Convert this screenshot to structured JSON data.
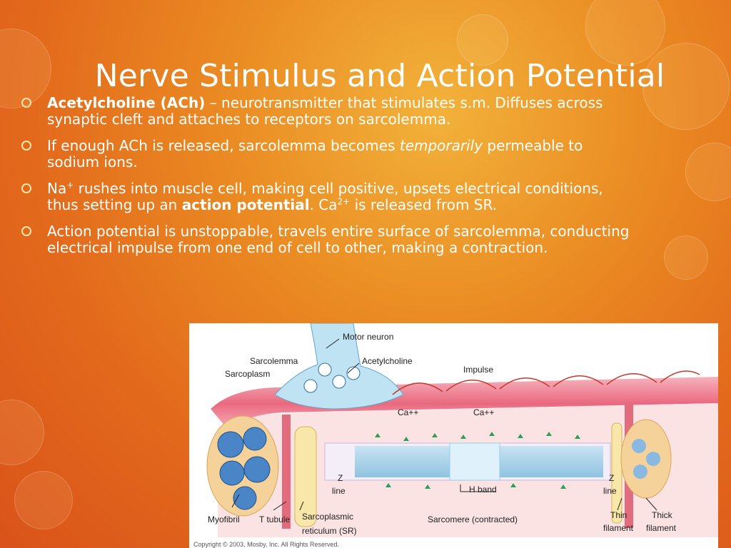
{
  "slide": {
    "title": "Nerve Stimulus and Action Potential",
    "bullets": [
      {
        "bold": "Acetylcholine (ACh)",
        "rest": " – neurotransmitter that stimulates s.m. Diffuses across synaptic cleft and attaches to receptors on sarcolemma."
      },
      {
        "text1": "If enough ACh is released, sarcolemma becomes ",
        "italic": "temporarily",
        "text2": " permeable to sodium ions."
      },
      {
        "na": "Na",
        "na_sup": "+",
        "text1": " rushes into muscle cell, making cell positive, upsets electrical conditions, thus setting up an ",
        "bold": "action potential",
        "text2": ".  Ca",
        "ca_sup": "2+",
        "text3": " is released from SR."
      },
      {
        "text": "Action potential is unstoppable, travels entire surface of sarcolemma, conducting electrical impulse from one end of cell to other, making a contraction."
      }
    ]
  },
  "figure": {
    "labels": {
      "motor_neuron": "Motor neuron",
      "sarcolemma": "Sarcolemma",
      "acetylcholine": "Acetylcholine",
      "sarcoplasm": "Sarcoplasm",
      "impulse": "Impulse",
      "ca1": "Ca++",
      "ca2": "Ca++",
      "z_left": "Z",
      "z_left2": "line",
      "z_right": "Z",
      "z_right2": "line",
      "h_band": "H band",
      "myofibril": "Myofibril",
      "t_tubule": "T tubule",
      "sr1": "Sarcoplasmic",
      "sr2": "reticulum (SR)",
      "sarcomere": "Sarcomere (contracted)",
      "thin1": "Thin",
      "thin2": "filament",
      "thick1": "Thick",
      "thick2": "filament",
      "copyright": "Copyright © 2003, Mosby, Inc. All Rights Reserved."
    }
  }
}
